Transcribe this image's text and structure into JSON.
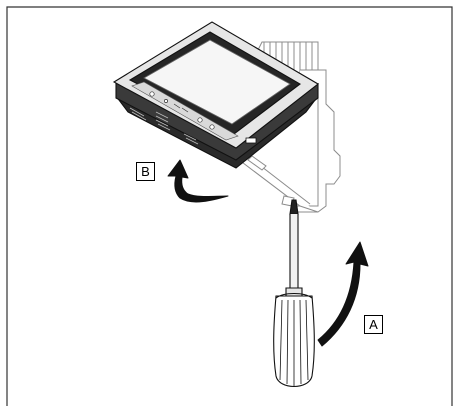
{
  "figure": {
    "labels": {
      "A": "A",
      "B": "B"
    },
    "colors": {
      "line": "#000000",
      "frame": "#222222",
      "bezel": "#e9e9e9",
      "screen": "#f4f4f4",
      "ghost_wall_unit": "#9a9a9a",
      "background": "#ffffff"
    },
    "icons": [
      "thermostat-display-unit",
      "wall-base-plate",
      "screwdriver",
      "curved-arrow-up"
    ]
  }
}
